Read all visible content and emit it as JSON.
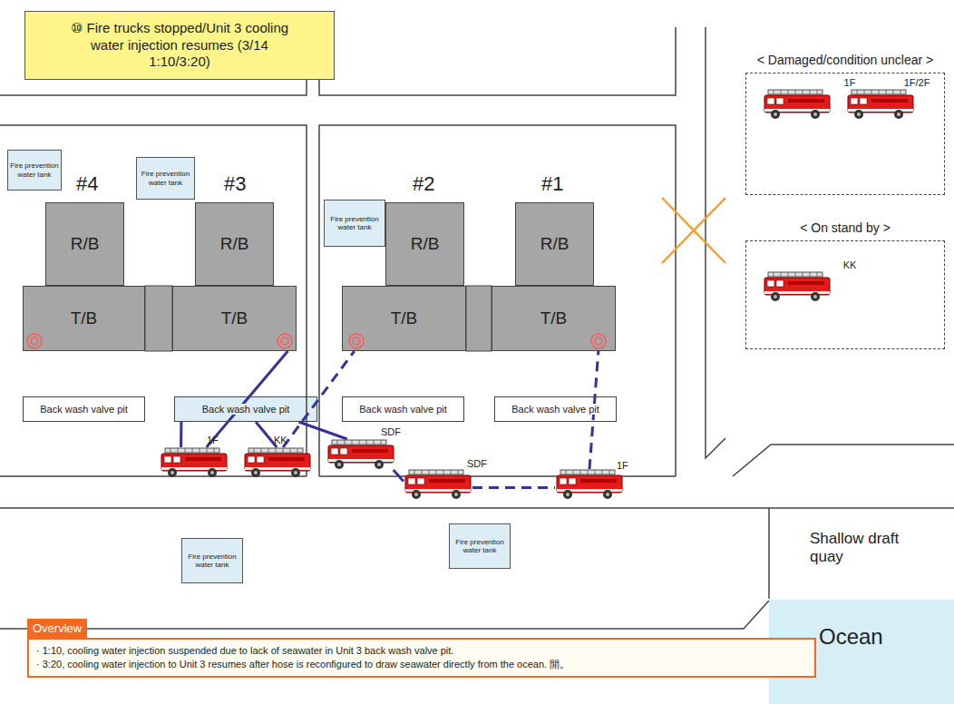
{
  "diagram": {
    "title": "⑩ Fire trucks stopped/Unit 3 cooling water injection resumes (3/14 1:10/3:20)",
    "nodes": [
      {
        "text": [
          "Fire prevention water tank"
        ]
      },
      {
        "text": [
          "Fire prevention water tank"
        ]
      },
      {
        "text": [
          "Fire prevention water tank"
        ]
      },
      {
        "text": [
          "R/B"
        ]
      },
      {
        "text": [
          "R/B"
        ]
      },
      {
        "text": [
          "R/B"
        ]
      },
      {
        "text": [
          "R/B"
        ]
      },
      {
        "text": [
          "T/B"
        ]
      },
      {
        "text": [
          "T/B"
        ]
      },
      {
        "text": [
          "T/B"
        ]
      },
      {
        "text": [
          "T/B"
        ]
      },
      {
        "text": [
          "< Damaged/condition unclear >"
        ]
      },
      {
        "text": [
          "1F"
        ],
        "in": 11
      },
      {
        "text": [
          "1F/2F"
        ],
        "in": 11
      },
      {
        "text": [
          "< On stand by >"
        ]
      },
      {
        "text": [
          "KK"
        ],
        "in": 14
      },
      {
        "text": [
          "Back wash valve pit"
        ]
      },
      {
        "text": [
          "Back wash valve pit"
        ]
      },
      {
        "text": [
          "Back wash valve pit"
        ]
      },
      {
        "text": [
          "Back wash valve pit"
        ]
      },
      {
        "text": [
          "1F"
        ]
      },
      {
        "text": [
          "KK"
        ]
      },
      {
        "text": [
          "SDF"
        ]
      },
      {
        "text": [
          "SDF"
        ]
      },
      {
        "text": [
          "1F"
        ]
      },
      {
        "text": [
          "Fire prevention water tank"
        ]
      },
      {
        "text": [
          "Fire prevention water tank"
        ]
      },
      {
        "text": [
          "Overview",
          "· 1:10, cooling water injection suspended due to lack of seawater in Unit 3 back wash valve pit.",
          "· 3:20, cooling water injection to Unit 3 resumes after hose is reconfigured to draw seawater directly from the ocean. 開。"
        ]
      }
    ],
    "edges": [
      {
        "from": 17,
        "to": 20,
        "arrow": "none"
      },
      {
        "from": 20,
        "to": 8,
        "arrow": "none"
      },
      {
        "from": 17,
        "to": 21,
        "arrow": "none"
      },
      {
        "from": 21,
        "to": 9,
        "arrow": "none"
      },
      {
        "from": 17,
        "to": 22,
        "arrow": "none"
      },
      {
        "from": 22,
        "to": 23,
        "arrow": "none"
      },
      {
        "from": 23,
        "to": 24,
        "arrow": "none"
      },
      {
        "from": 24,
        "to": 10,
        "arrow": "none"
      }
    ],
    "labels": [
      "#4",
      "#3",
      "#2",
      "#1",
      "Shallow draft quay",
      "Ocean"
    ]
  }
}
